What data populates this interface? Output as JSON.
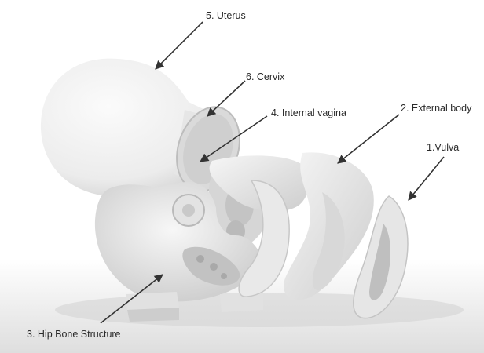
{
  "labels": {
    "uterus": "5. Uterus",
    "cervix": "6. Cervix",
    "internal_vagina": "4. Internal vagina",
    "external_body": "2. External body",
    "vulva": "1.Vulva",
    "hip_bone": "3. Hip Bone Structure"
  },
  "colors": {
    "background": "#ffffff",
    "label_text": "#2a2a2a",
    "arrow": "#333333"
  }
}
